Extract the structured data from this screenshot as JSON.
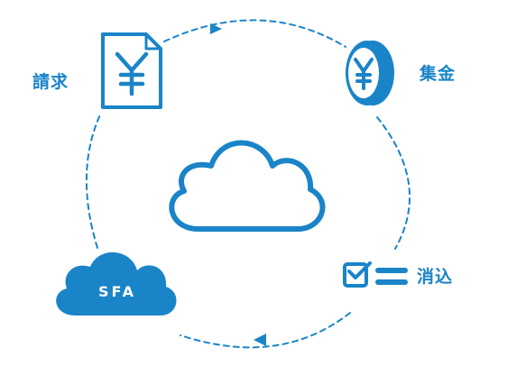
{
  "colors": {
    "accent": "#1a84c8",
    "white": "#ffffff"
  },
  "nodes": {
    "invoice": {
      "label": "請求",
      "icon": "yen-document-icon"
    },
    "collection": {
      "label": "集金",
      "icon": "yen-coin-icon"
    },
    "reconcile": {
      "label": "消込",
      "icon": "checklist-icon"
    },
    "sfa": {
      "label": "SFA",
      "icon": "cloud-icon"
    },
    "center": {
      "icon": "cloud-outline-icon"
    }
  },
  "cycle_arrows": {
    "icon": "dashed-arrow-icon",
    "direction": "clockwise"
  }
}
